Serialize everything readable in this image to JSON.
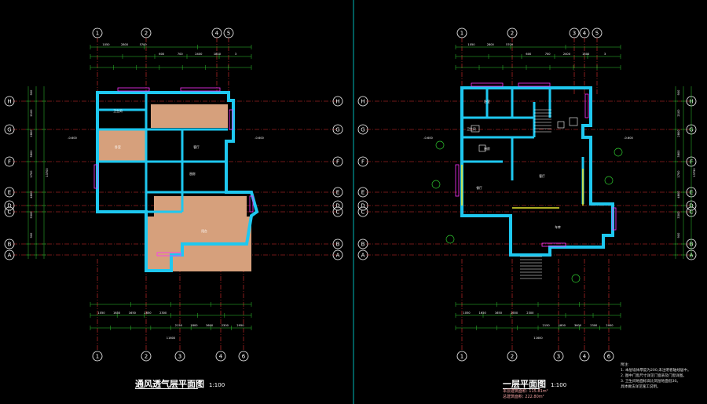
{
  "plans": [
    {
      "id": "vent",
      "title": "通风透气层平面图",
      "scale": "1:100",
      "top_axes": [
        "1",
        "2",
        "4",
        "5"
      ],
      "bottom_axes": [
        "1",
        "2",
        "3",
        "4",
        "6"
      ],
      "side_axes": [
        "H",
        "G",
        "F",
        "E",
        "D",
        "C",
        "B",
        "A"
      ],
      "top_dims": [
        "1050",
        "2800",
        "5700",
        "600",
        "700",
        "2400",
        "1800",
        "3"
      ],
      "bottom_dims": [
        "1050",
        "1650",
        "1650",
        "1650",
        "2300",
        "2150",
        "1800",
        "3600",
        "2300",
        "2950",
        "11600"
      ],
      "left_dims": [
        "900",
        "2100",
        "2800",
        "3800",
        "1700",
        "4800",
        "3300",
        "900",
        "13700"
      ]
    },
    {
      "id": "floor1",
      "title": "一层平面图",
      "scale": "1:100",
      "top_axes": [
        "1",
        "2",
        "3",
        "4",
        "5"
      ],
      "bottom_axes": [
        "1",
        "2",
        "3",
        "4",
        "6"
      ],
      "side_axes": [
        "H",
        "G",
        "F",
        "E",
        "D",
        "C",
        "B",
        "A"
      ],
      "top_dims": [
        "1050",
        "2800",
        "5700",
        "600",
        "700",
        "2400",
        "1800",
        "3"
      ],
      "bottom_dims": [
        "1050",
        "1650",
        "1650",
        "1650",
        "2300",
        "2150",
        "1800",
        "3600",
        "2300",
        "2950",
        "11600"
      ],
      "right_dims": [
        "900",
        "2100",
        "2800",
        "3800",
        "1700",
        "4800",
        "3300",
        "900",
        "13750"
      ],
      "area_lines": [
        "本层建筑面积: 115.81m²",
        "总建筑面积: 222.80m²"
      ]
    }
  ],
  "notes": [
    "附注:",
    "1. 本层墙体厚度为200,未注明者轴线居中。",
    "2. 图中门窗尺寸详见门窗表及门窗详图。",
    "3. 卫生间地面标高比同层地面低30。",
    "   具体做法详见施工说明。"
  ],
  "colors": {
    "wall": "#1ec8f0",
    "axis": "#e03030",
    "dim": "#2ec62e",
    "pink": "#ff33ff",
    "fill": "#d6a07c",
    "text": "#ffffff",
    "yellow": "#e8e830",
    "cyan_divider": "#00e5e5"
  }
}
